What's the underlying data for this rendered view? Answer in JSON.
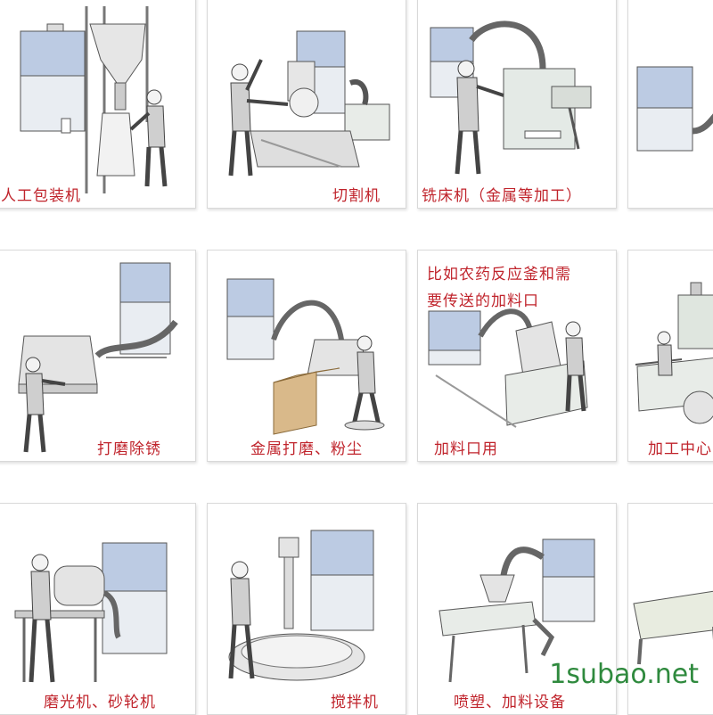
{
  "panels": [
    {
      "caption": "人工包装机"
    },
    {
      "caption": "切割机"
    },
    {
      "caption": "铣床机（金属等加工）"
    },
    {
      "caption": ""
    },
    {
      "caption": "打磨除锈"
    },
    {
      "caption": "金属打磨、粉尘"
    },
    {
      "caption": "加料口用"
    },
    {
      "caption": "加工中心"
    },
    {
      "caption": "磨光机、砂轮机"
    },
    {
      "caption": "搅拌机"
    },
    {
      "caption": "喷塑、加料设备"
    },
    {
      "caption": ""
    }
  ],
  "annotation": {
    "line1": "比如农药反应釜和需",
    "line2": "要传送的加料口"
  },
  "watermark": "1subao.net",
  "colors": {
    "caption": "#c0242c",
    "collector_blue": "#bccbe3",
    "watermark": "#2f8a3e"
  }
}
